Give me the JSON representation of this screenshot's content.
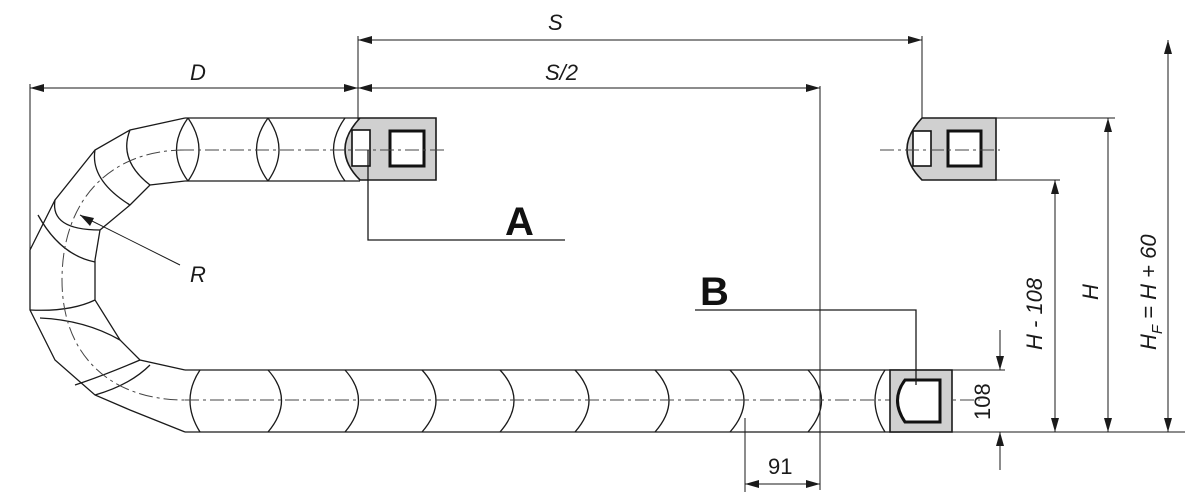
{
  "labels": {
    "S": "S",
    "S_half": "S/2",
    "D": "D",
    "R": "R",
    "A": "A",
    "B": "B",
    "H_minus": "H - 108",
    "H": "H",
    "HF": "H",
    "HF_sub": "F",
    "HF_rest": " = H + 60",
    "dim_108": "108",
    "dim_91": "91"
  }
}
